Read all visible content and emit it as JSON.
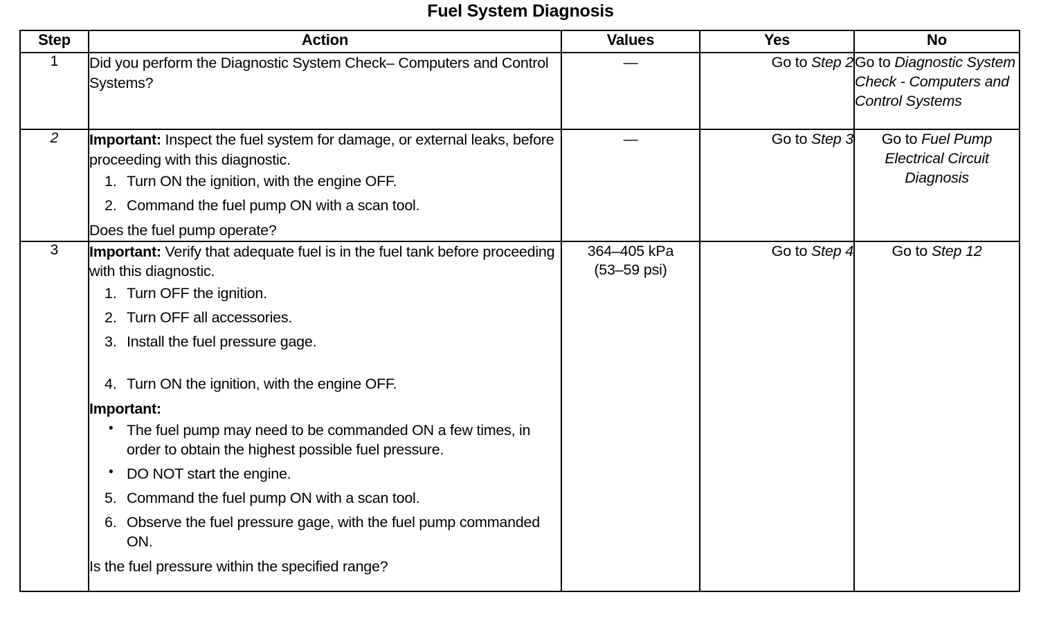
{
  "document": {
    "title": "Fuel System Diagnosis"
  },
  "table": {
    "headers": {
      "step": "Step",
      "action": "Action",
      "values": "Values",
      "yes": "Yes",
      "no": "No"
    },
    "rows": [
      {
        "step": "1",
        "step_style": "normal",
        "action": {
          "paragraphs": [
            {
              "text": "Did you perform the Diagnostic System Check– Computers and Control Systems?"
            }
          ],
          "numbered": [],
          "bullets": [],
          "question": ""
        },
        "values": "—",
        "yes": "Go to ",
        "yes_italic": "Step 2",
        "no": "Go to ",
        "no_italic": "Diagnostic System Check - Computers and Control Systems"
      },
      {
        "step": "2",
        "step_style": "italic",
        "action": {
          "important_label": "Important:",
          "important_text": " Inspect the fuel system for damage, or external leaks, before proceeding with this diagnostic.",
          "numbered": [
            {
              "num": "1.",
              "text": "Turn ON the ignition, with the engine OFF."
            },
            {
              "num": "2.",
              "text": "Command the fuel pump ON with a scan tool."
            }
          ],
          "question": "Does the fuel pump operate?"
        },
        "values": "—",
        "yes": "Go to ",
        "yes_italic": "Step 3",
        "no": "Go to ",
        "no_italic": "Fuel Pump Electrical Circuit Diagnosis"
      },
      {
        "step": "3",
        "step_style": "normal",
        "action": {
          "important_label": "Important:",
          "important_text": " Verify that adequate fuel is in the fuel tank before proceeding with this diagnostic.",
          "numbered_first": [
            {
              "num": "1.",
              "text": "Turn OFF the ignition."
            },
            {
              "num": "2.",
              "text": "Turn OFF all accessories."
            },
            {
              "num": "3.",
              "text": "Install the fuel pressure gage."
            },
            {
              "num": "4.",
              "text": "Turn ON the ignition, with the engine OFF."
            }
          ],
          "important_label_2": "Important:",
          "bullets": [
            {
              "text": "The fuel pump may need to be commanded ON a few times, in order to obtain the highest possible fuel pressure."
            },
            {
              "text": "DO NOT start the engine."
            }
          ],
          "numbered_second": [
            {
              "num": "5.",
              "text": "Command the fuel pump ON with a scan tool."
            },
            {
              "num": "6.",
              "text": "Observe the fuel pressure gage, with the fuel pump commanded ON."
            }
          ],
          "question": "Is the fuel pressure within the specified range?"
        },
        "values_line1": "364–405 kPa",
        "values_line2": "(53–59 psi)",
        "yes": "Go to ",
        "yes_italic": "Step 4",
        "no": "Go to ",
        "no_italic": "Step 12"
      }
    ]
  }
}
